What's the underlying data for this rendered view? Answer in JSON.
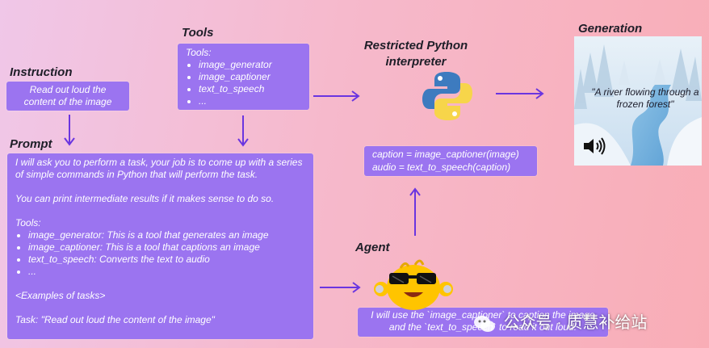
{
  "labels": {
    "tools": "Tools",
    "instruction": "Instruction",
    "prompt": "Prompt",
    "interpreter": "Restricted Python interpreter",
    "generation": "Generation",
    "agent": "Agent"
  },
  "instruction_box": {
    "text": "Read out loud the content of the image"
  },
  "tools_box": {
    "heading": "Tools:",
    "items": [
      "image_generator",
      "image_captioner",
      "text_to_speech",
      "..."
    ]
  },
  "prompt_box": {
    "intro": "I will ask you to perform a task, your job is to come up with a series of simple commands in Python that will perform the task.",
    "print_note": "You can print intermediate results if it makes sense to do so.",
    "tools_heading": "Tools:",
    "tools": [
      "image_generator: This is a tool that generates an image",
      "image_captioner: This is a tool that captions an image",
      "text_to_speech: Converts the text to audio",
      "..."
    ],
    "examples": "<Examples of tasks>",
    "task": "Task: \"Read out loud the content of the image\""
  },
  "code_box": {
    "line1": "caption = image_captioner(image)",
    "line2": "audio = text_to_speech(caption)"
  },
  "agent_box": {
    "line1": "I will use the `image_captioner` to caption the image",
    "line2": "and the `text_to_speech` to read it out loud."
  },
  "generation": {
    "caption": "\"A river flowing through a frozen forest\""
  },
  "watermark": {
    "text": "公众号 · 质慧补给站"
  },
  "icons": [
    "python-logo-icon",
    "speaker-icon",
    "agent-mascot-icon",
    "wechat-icon"
  ],
  "colors": {
    "box": "#9b74f0",
    "arrow": "#6a35e0",
    "python_blue": "#3d7bbf",
    "python_yellow": "#f7d54a"
  }
}
